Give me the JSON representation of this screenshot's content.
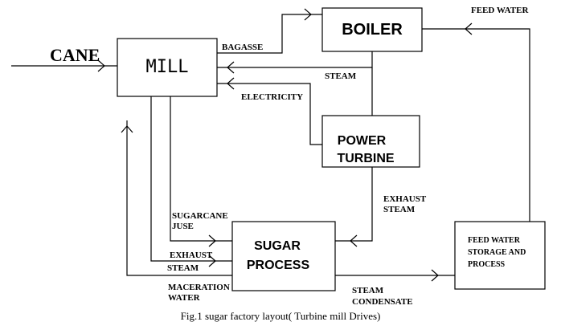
{
  "nodes": {
    "cane": "CANE",
    "mill": "MILL",
    "boiler": "BOILER",
    "power_turbine": [
      "POWER",
      "TURBINE"
    ],
    "sugar_process": [
      "SUGAR",
      "PROCESS"
    ],
    "feed_water_storage": [
      "FEED WATER",
      "STORAGE AND",
      "PROCESS"
    ]
  },
  "edges": {
    "bagasse": "BAGASSE",
    "steam": "STEAM",
    "electricity": "ELECTRICITY",
    "feed_water": "FEED WATER",
    "exhaust_steam": [
      "EXHAUST",
      "STEAM"
    ],
    "sugarcane_juse": [
      "SUGARCANE",
      "JUSE"
    ],
    "exhaust_steam_mill": [
      "EXHAUST",
      "STEAM"
    ],
    "maceration_water": [
      "MACERATION",
      "WATER"
    ],
    "steam_condensate": [
      "STEAM",
      "CONDENSATE"
    ]
  },
  "caption": "Fig.1  sugar factory layout( Turbine mill Drives)"
}
